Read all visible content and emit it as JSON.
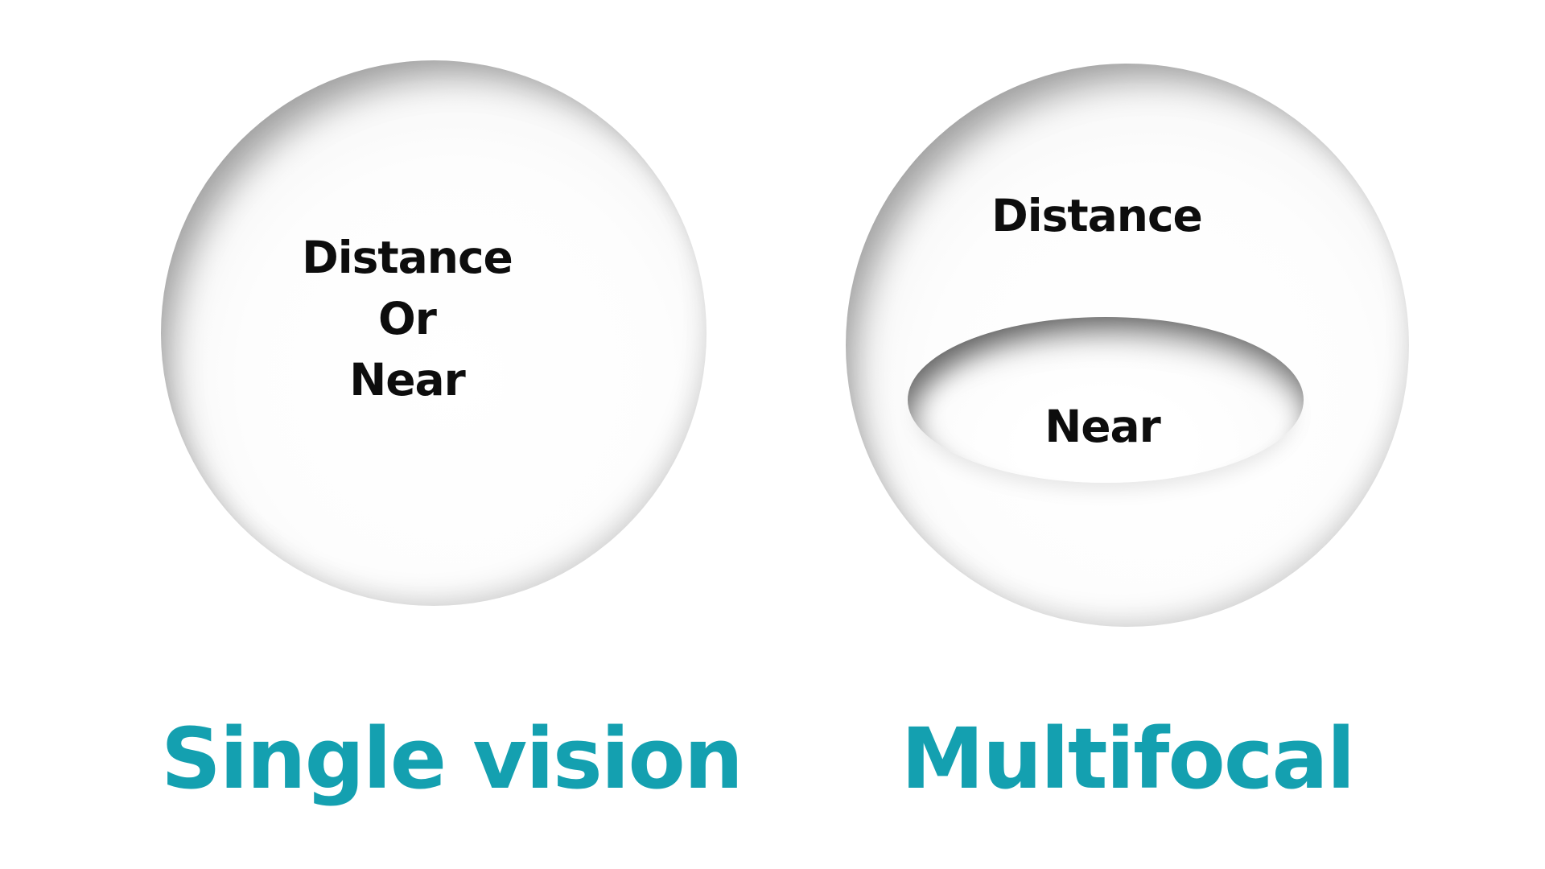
{
  "colors": {
    "accent_teal": "#14A0B0",
    "label_black": "#0D0D0D",
    "lens_rim_gray": "#D6D6D6",
    "background": "#FFFFFF"
  },
  "single_vision": {
    "caption": "Single vision",
    "zone_lines": {
      "line1": "Distance",
      "line2": "Or",
      "line3": "Near"
    }
  },
  "multifocal": {
    "caption": "Multifocal",
    "distance_zone_label": "Distance",
    "near_zone_label": "Near"
  }
}
